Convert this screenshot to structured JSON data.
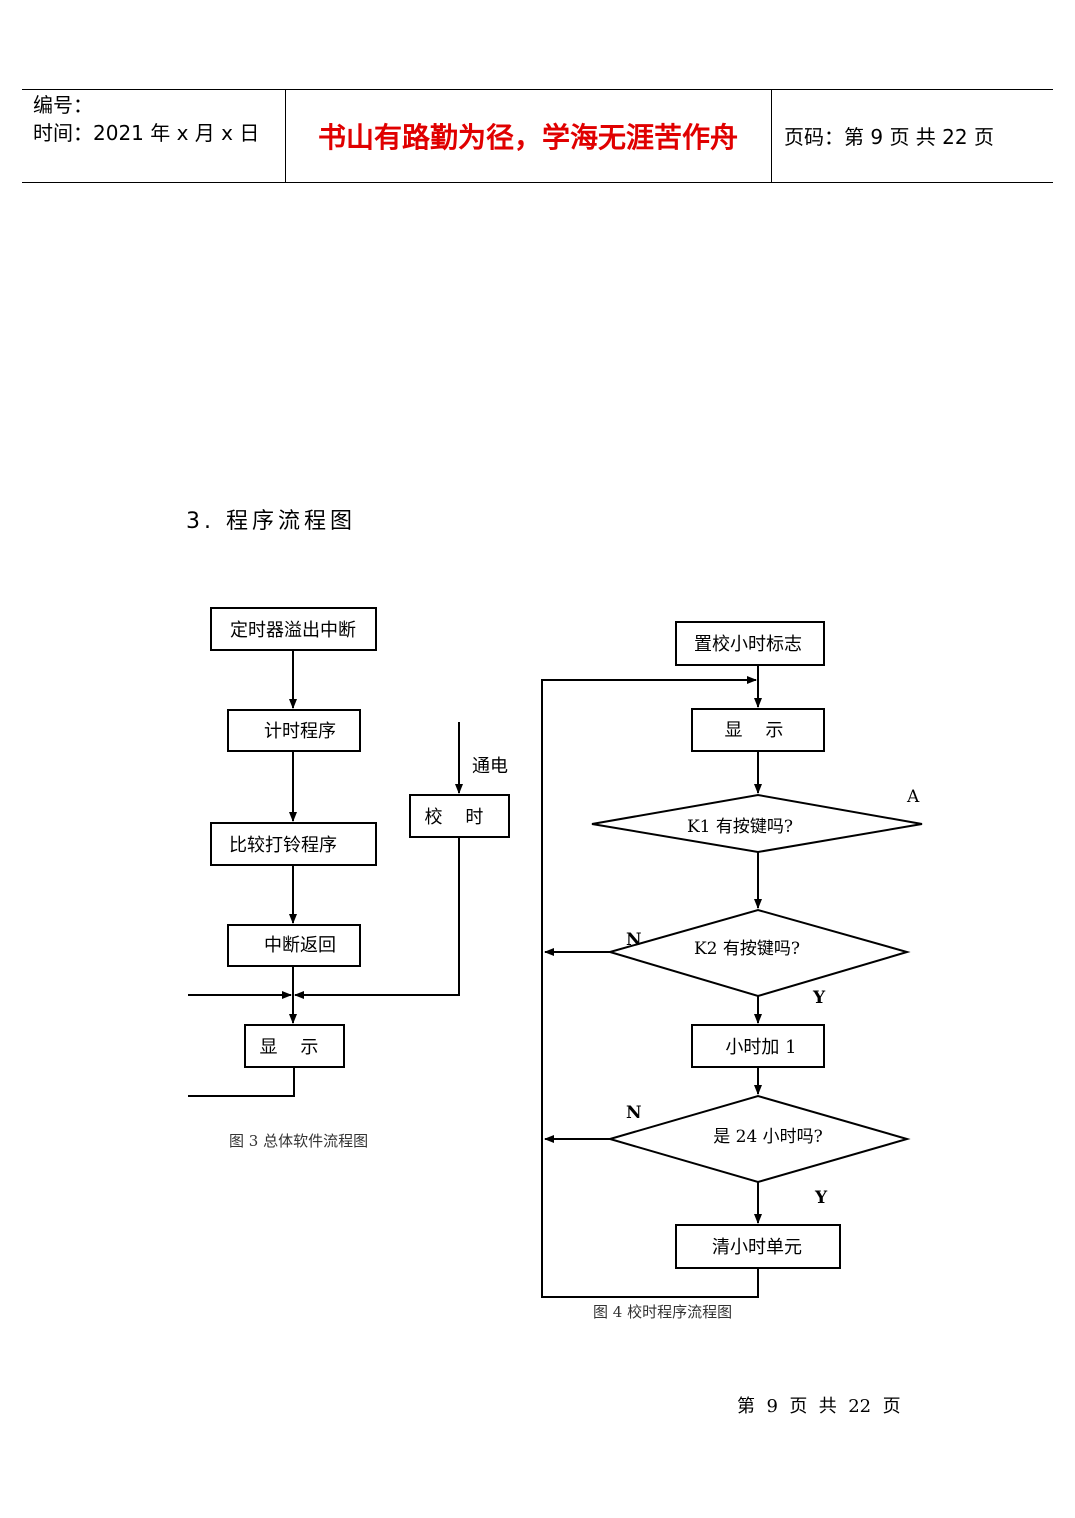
{
  "header": {
    "serial_label": "编号：",
    "time_label": "时间：2021 年 x 月 x 日",
    "motto": "书山有路勤为径，学海无涯苦作舟",
    "page_info": "页码：第 9 页  共 22 页"
  },
  "section_title": "3. 程序流程图",
  "figure3": {
    "caption": "图 3 总体软件流程图",
    "boxes": {
      "timer_interrupt": "定时器溢出中断",
      "timing_program": "计时程序",
      "compare_ring": "比较打铃程序",
      "interrupt_return": "中断返回",
      "display": "显    示",
      "adjust_time": "校    时"
    },
    "power_on_label": "通电"
  },
  "figure4": {
    "caption": "图 4 校时程序流程图",
    "boxes": {
      "set_flag": "置校小时标志",
      "display": "显    示",
      "hour_plus": "小时加 1",
      "clear_hour": "清小时单元"
    },
    "decisions": {
      "k1": "K1 有按键吗?",
      "k2": "K2 有按键吗?",
      "is24": "是 24 小时吗?"
    },
    "labels": {
      "a": "A",
      "n1": "N",
      "y1": "Y",
      "n2": "N",
      "y2": "Y"
    }
  },
  "footer": {
    "text": "第  9  页  共  22  页"
  }
}
